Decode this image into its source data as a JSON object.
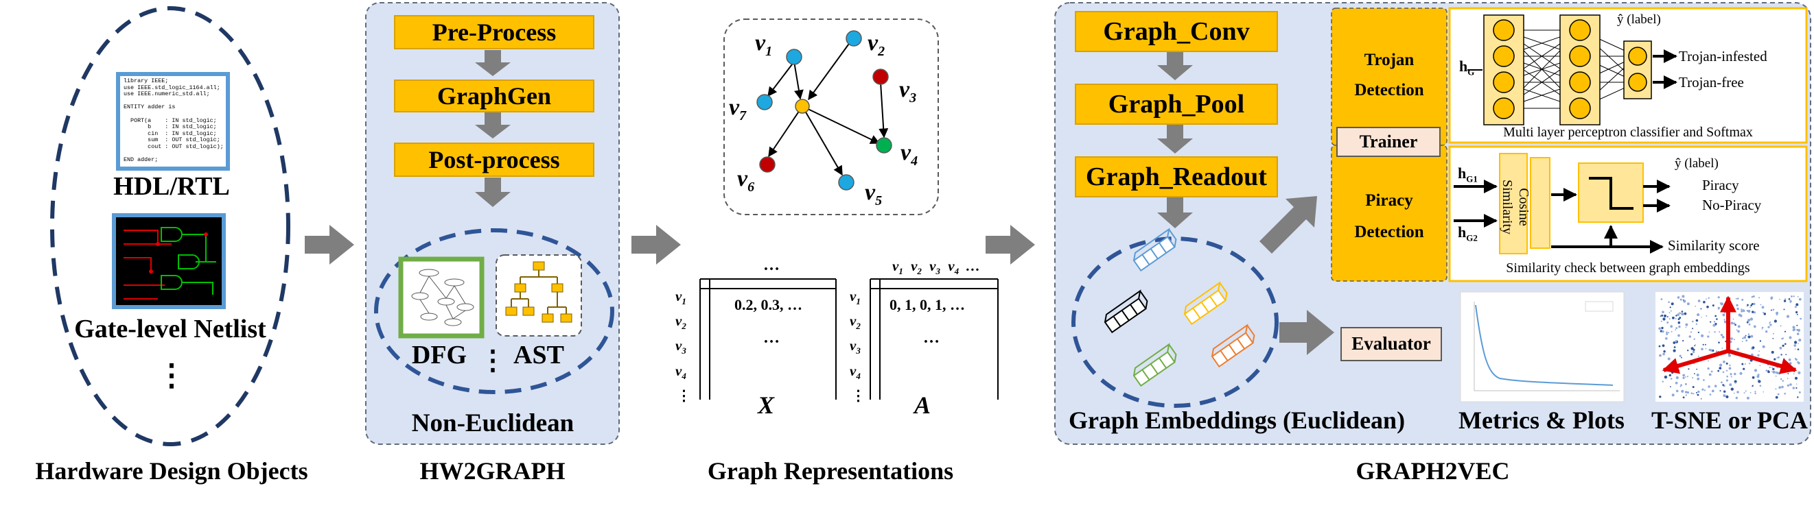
{
  "hardware_design": {
    "caption": "Hardware Design Objects",
    "hdl_label": "HDL/RTL",
    "netlist_label": "Gate-level Netlist",
    "more": "⋮",
    "code_lines": [
      "library IEEE;",
      "use IEEE.std_logic_1164.all;",
      "use IEEE.numeric_std.all;",
      "",
      "ENTITY adder is",
      "",
      "  PORT(a    : IN std_logic;",
      "       b    : IN std_logic;",
      "       cin  : IN std_logic;",
      "       sum  : OUT std_logic;",
      "       cout : OUT std_logic);",
      "",
      "END adder;"
    ]
  },
  "hw2graph": {
    "caption": "HW2GRAPH",
    "steps": [
      "Pre-Process",
      "GraphGen",
      "Post-process"
    ],
    "dfg_label": "DFG",
    "ast_label": "AST",
    "more": "⋮",
    "region_label": "Non-Euclidean"
  },
  "graph_repr": {
    "caption": "Graph Representations",
    "nodes": [
      {
        "id": "v1",
        "label": "v",
        "sub": "1",
        "color": "#1EA8E0"
      },
      {
        "id": "v2",
        "label": "v",
        "sub": "2",
        "color": "#1EA8E0"
      },
      {
        "id": "v3",
        "label": "v",
        "sub": "3",
        "color": "#C00000"
      },
      {
        "id": "v4",
        "label": "v",
        "sub": "4",
        "color": "#00B050"
      },
      {
        "id": "v5",
        "label": "v",
        "sub": "5",
        "color": "#1EA8E0"
      },
      {
        "id": "v6",
        "label": "v",
        "sub": "6",
        "color": "#C00000"
      },
      {
        "id": "v7",
        "label": "v",
        "sub": "7",
        "color": "#1EA8E0"
      },
      {
        "id": "hub",
        "label": "",
        "sub": "",
        "color": "#FFC000"
      }
    ],
    "x_matrix": {
      "row1": "0.2, 0.3, …",
      "dots": "…",
      "top_dots": "…",
      "label": "X"
    },
    "a_matrix": {
      "row1": "0, 1, 0, 1, …",
      "dots": "…",
      "label": "A",
      "col_headers": [
        {
          "v": "v",
          "s": "1"
        },
        {
          "v": "v",
          "s": "2"
        },
        {
          "v": "v",
          "s": "3"
        },
        {
          "v": "v",
          "s": "4"
        }
      ],
      "col_more": "…"
    },
    "row_headers": [
      {
        "v": "v",
        "s": "1"
      },
      {
        "v": "v",
        "s": "2"
      },
      {
        "v": "v",
        "s": "3"
      },
      {
        "v": "v",
        "s": "4"
      }
    ],
    "row_more": "⋮"
  },
  "graph2vec": {
    "caption": "GRAPH2VEC",
    "layers": [
      "Graph_Conv",
      "Graph_Pool",
      "Graph_Readout"
    ],
    "embeddings_label": "Graph Embeddings (Euclidean)",
    "trojan": {
      "label_line1": "Trojan",
      "label_line2": "Detection",
      "trainer": "Trainer",
      "input": "h",
      "input_sub": "G",
      "output_label": "ŷ (label)",
      "out1": "Trojan-infested",
      "out2": "Trojan-free",
      "caption": "Multi layer perceptron classifier and Softmax"
    },
    "piracy": {
      "label_line1": "Piracy",
      "label_line2": "Detection",
      "in1": "h",
      "in1_sub": "G1",
      "in2": "h",
      "in2_sub": "G2",
      "cosine_line1": "Cosine",
      "cosine_line2": "Similarity",
      "output_label": "ŷ (label)",
      "out1": "Piracy",
      "out2": "No-Piracy",
      "out3": "Similarity score",
      "caption": "Similarity check between graph embeddings"
    },
    "evaluator": "Evaluator",
    "metrics_label": "Metrics & Plots",
    "tsne_label": "T-SNE or PCA"
  }
}
